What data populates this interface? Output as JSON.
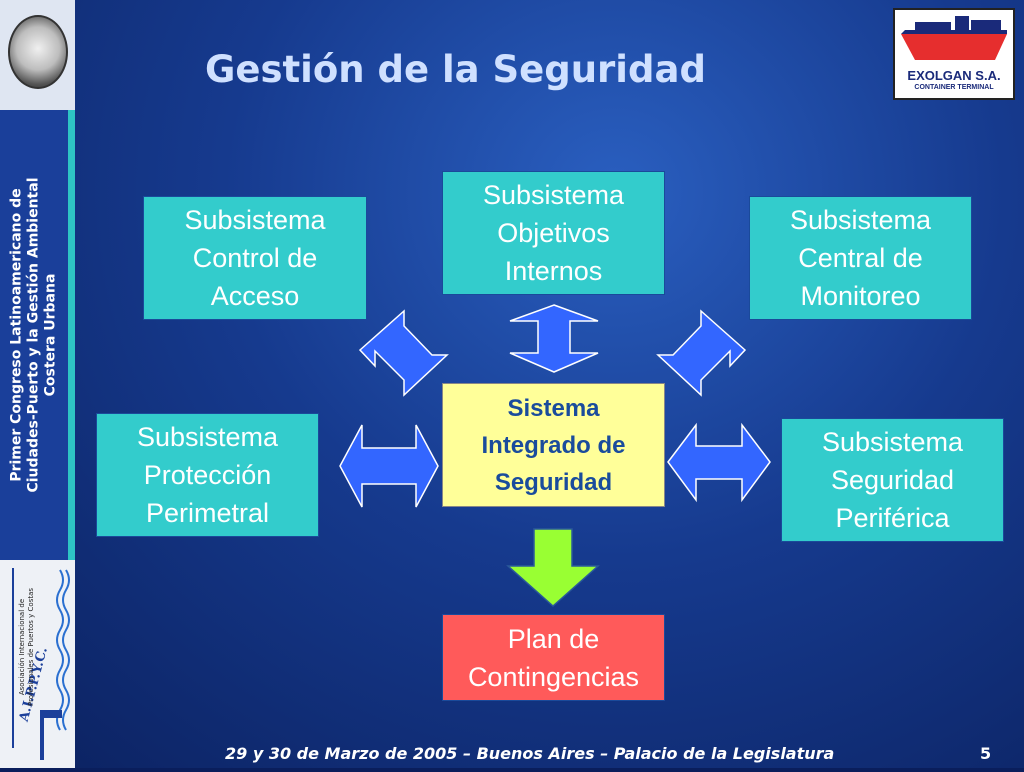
{
  "title": "Gestión de la Seguridad",
  "sidebar": {
    "vertical_text": [
      "Primer Congreso Latinoamericano de",
      "Ciudades-Puerto y la Gestión Ambiental",
      "Costera Urbana"
    ],
    "org_letters": "A.I.P.P.Y.C.",
    "org_text": [
      "Asociación Internacional de",
      "Profesionales de Puertos y Costas"
    ]
  },
  "logo": {
    "name": "EXOLGAN S.A.",
    "sub": "CONTAINER TERMINAL"
  },
  "diagram": {
    "center": [
      "Sistema",
      "Integrado de",
      "Seguridad"
    ],
    "objetivos": [
      "Subsistema",
      "Objetivos",
      "Internos"
    ],
    "control": [
      "Subsistema",
      "Control de",
      "Acceso"
    ],
    "monitoreo": [
      "Subsistema",
      "Central de",
      "Monitoreo"
    ],
    "perimetral": [
      "Subsistema",
      "Protección",
      "Perimetral"
    ],
    "periferica": [
      "Subsistema",
      "Seguridad",
      "Periférica"
    ],
    "plan": [
      "Plan de",
      "Contingencias"
    ]
  },
  "footer": {
    "text": "29 y 30 de Marzo de 2005 – Buenos Aires – Palacio de la Legislatura",
    "page": "5"
  },
  "colors": {
    "teal": "#33cccc",
    "center": "#ffff99",
    "plan": "#ff5a5a",
    "arrow_blue": "#3366ff",
    "arrow_green": "#99ff33"
  }
}
